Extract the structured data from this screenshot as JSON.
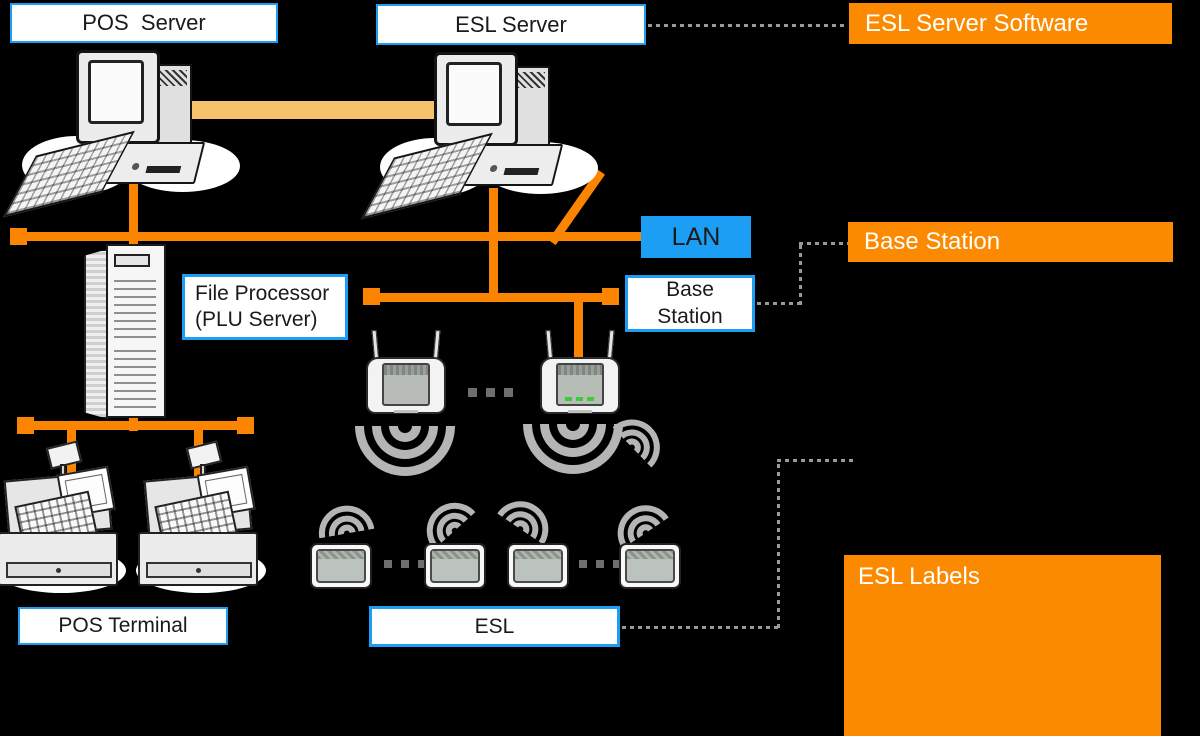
{
  "boxes": {
    "pos_server": "POS  Server",
    "esl_server": "ESL Server",
    "lan": "LAN",
    "file_processor_line1": "File Processor",
    "file_processor_line2": "(PLU Server)",
    "base_station_line1": "Base",
    "base_station_line2": "Station",
    "pos_terminal": "POS Terminal",
    "esl": "ESL"
  },
  "callouts": {
    "esl_server_software": "ESL Server Software",
    "base_station": "Base Station",
    "esl_labels": "ESL Labels"
  },
  "colors": {
    "background": "#000000",
    "line_orange": "#FB8500",
    "callout_orange": "#FC8A00",
    "link_band_orange": "#F6C36A",
    "lan_blue": "#1C9EF4",
    "node_border_blue": "#1C9EF4",
    "dotted_connector_gray": "#9A9A9A",
    "wifi_gray": "#B5B5B5",
    "text_on_callout": "#FFFFFF",
    "text_on_node": "#1A1A1A"
  },
  "icons": {
    "wifi_signal_icon": "nested-css-arcs",
    "ellipsis_dots_icon": "three-gray-squares"
  }
}
